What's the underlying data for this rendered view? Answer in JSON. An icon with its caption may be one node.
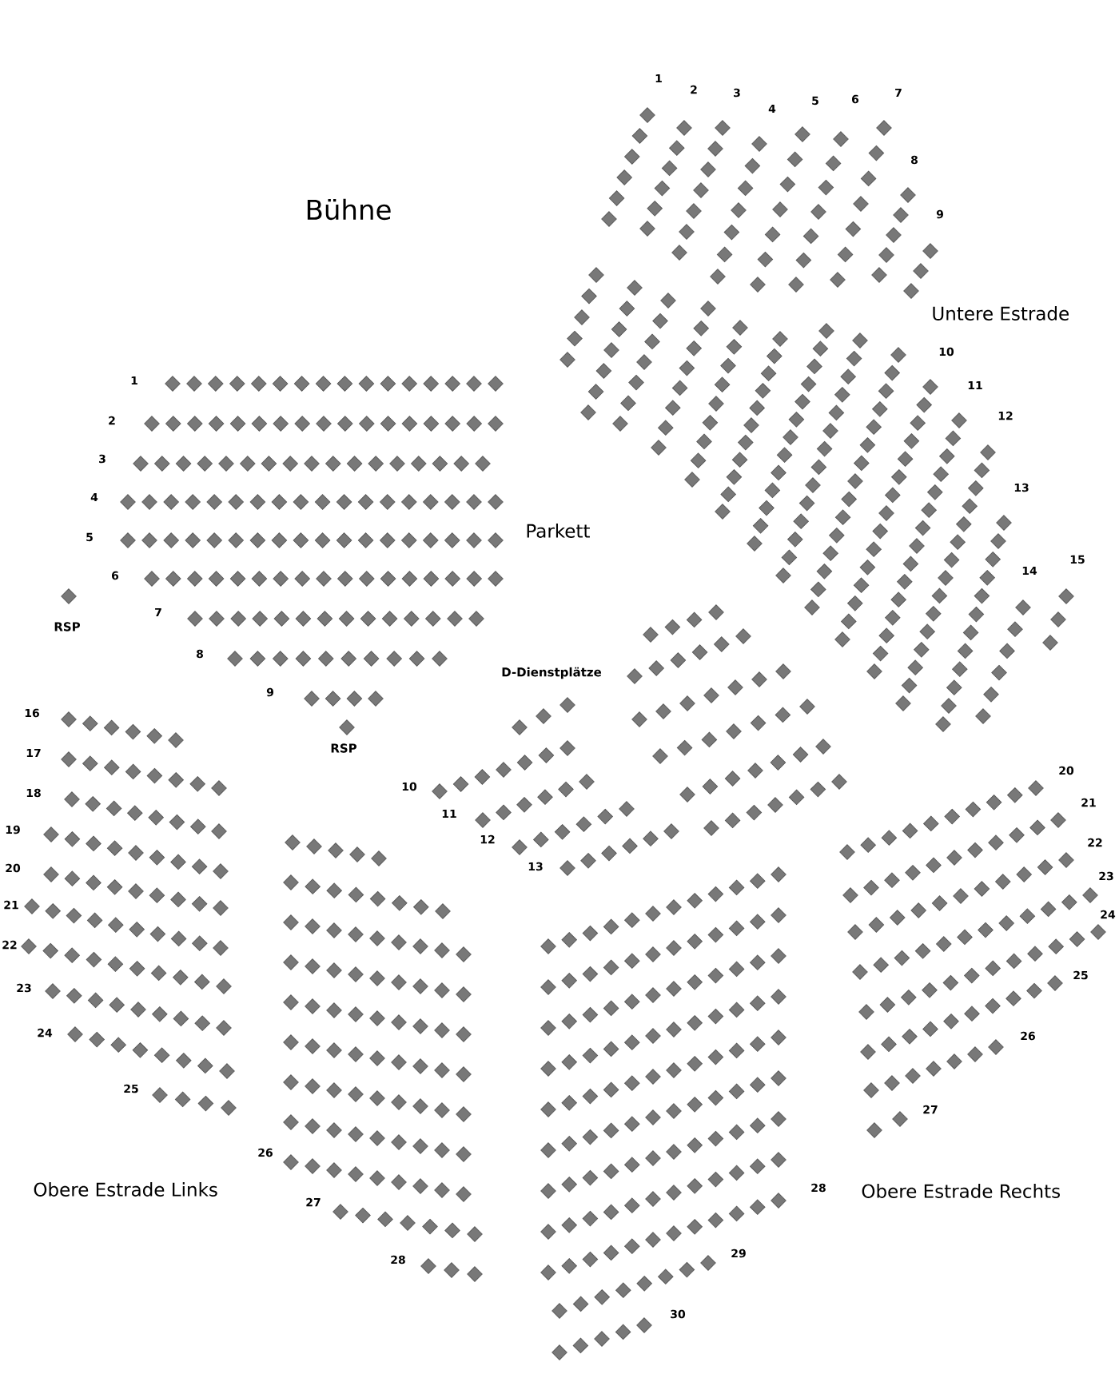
{
  "diagram": {
    "labels": [
      "1",
      "2",
      "3",
      "4",
      "5",
      "6",
      "7",
      "8",
      "9",
      "Bühne",
      "Untere Estrade",
      "10",
      "11",
      "12",
      "13",
      "14",
      "15",
      "1",
      "2",
      "3",
      "4",
      "5",
      "6",
      "7",
      "8",
      "9",
      "Parkett",
      "RSP",
      "D-Dienstplätze",
      "RSP",
      "10",
      "11",
      "12",
      "13",
      "16",
      "17",
      "18",
      "19",
      "20",
      "21",
      "22",
      "23",
      "24",
      "25",
      "26",
      "27",
      "28",
      "Obere Estrade Links",
      "20",
      "21",
      "22",
      "23",
      "24",
      "25",
      "26",
      "27",
      "28",
      "29",
      "30",
      "Obere Estrade Rechts"
    ]
  }
}
